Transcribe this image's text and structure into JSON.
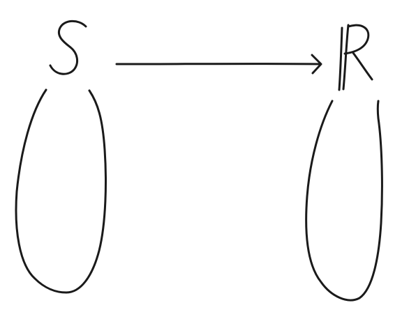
{
  "diagram": {
    "nodes": [
      {
        "id": "source-set",
        "label": "S",
        "shape": "ellipse"
      },
      {
        "id": "target-set",
        "label": "R",
        "style": "blackboard-bold",
        "shape": "ellipse"
      }
    ],
    "edges": [
      {
        "from": "source-set",
        "to": "target-set",
        "type": "arrow"
      }
    ],
    "colors": {
      "ink": "#1a1a1a",
      "background": "#ffffff"
    }
  }
}
